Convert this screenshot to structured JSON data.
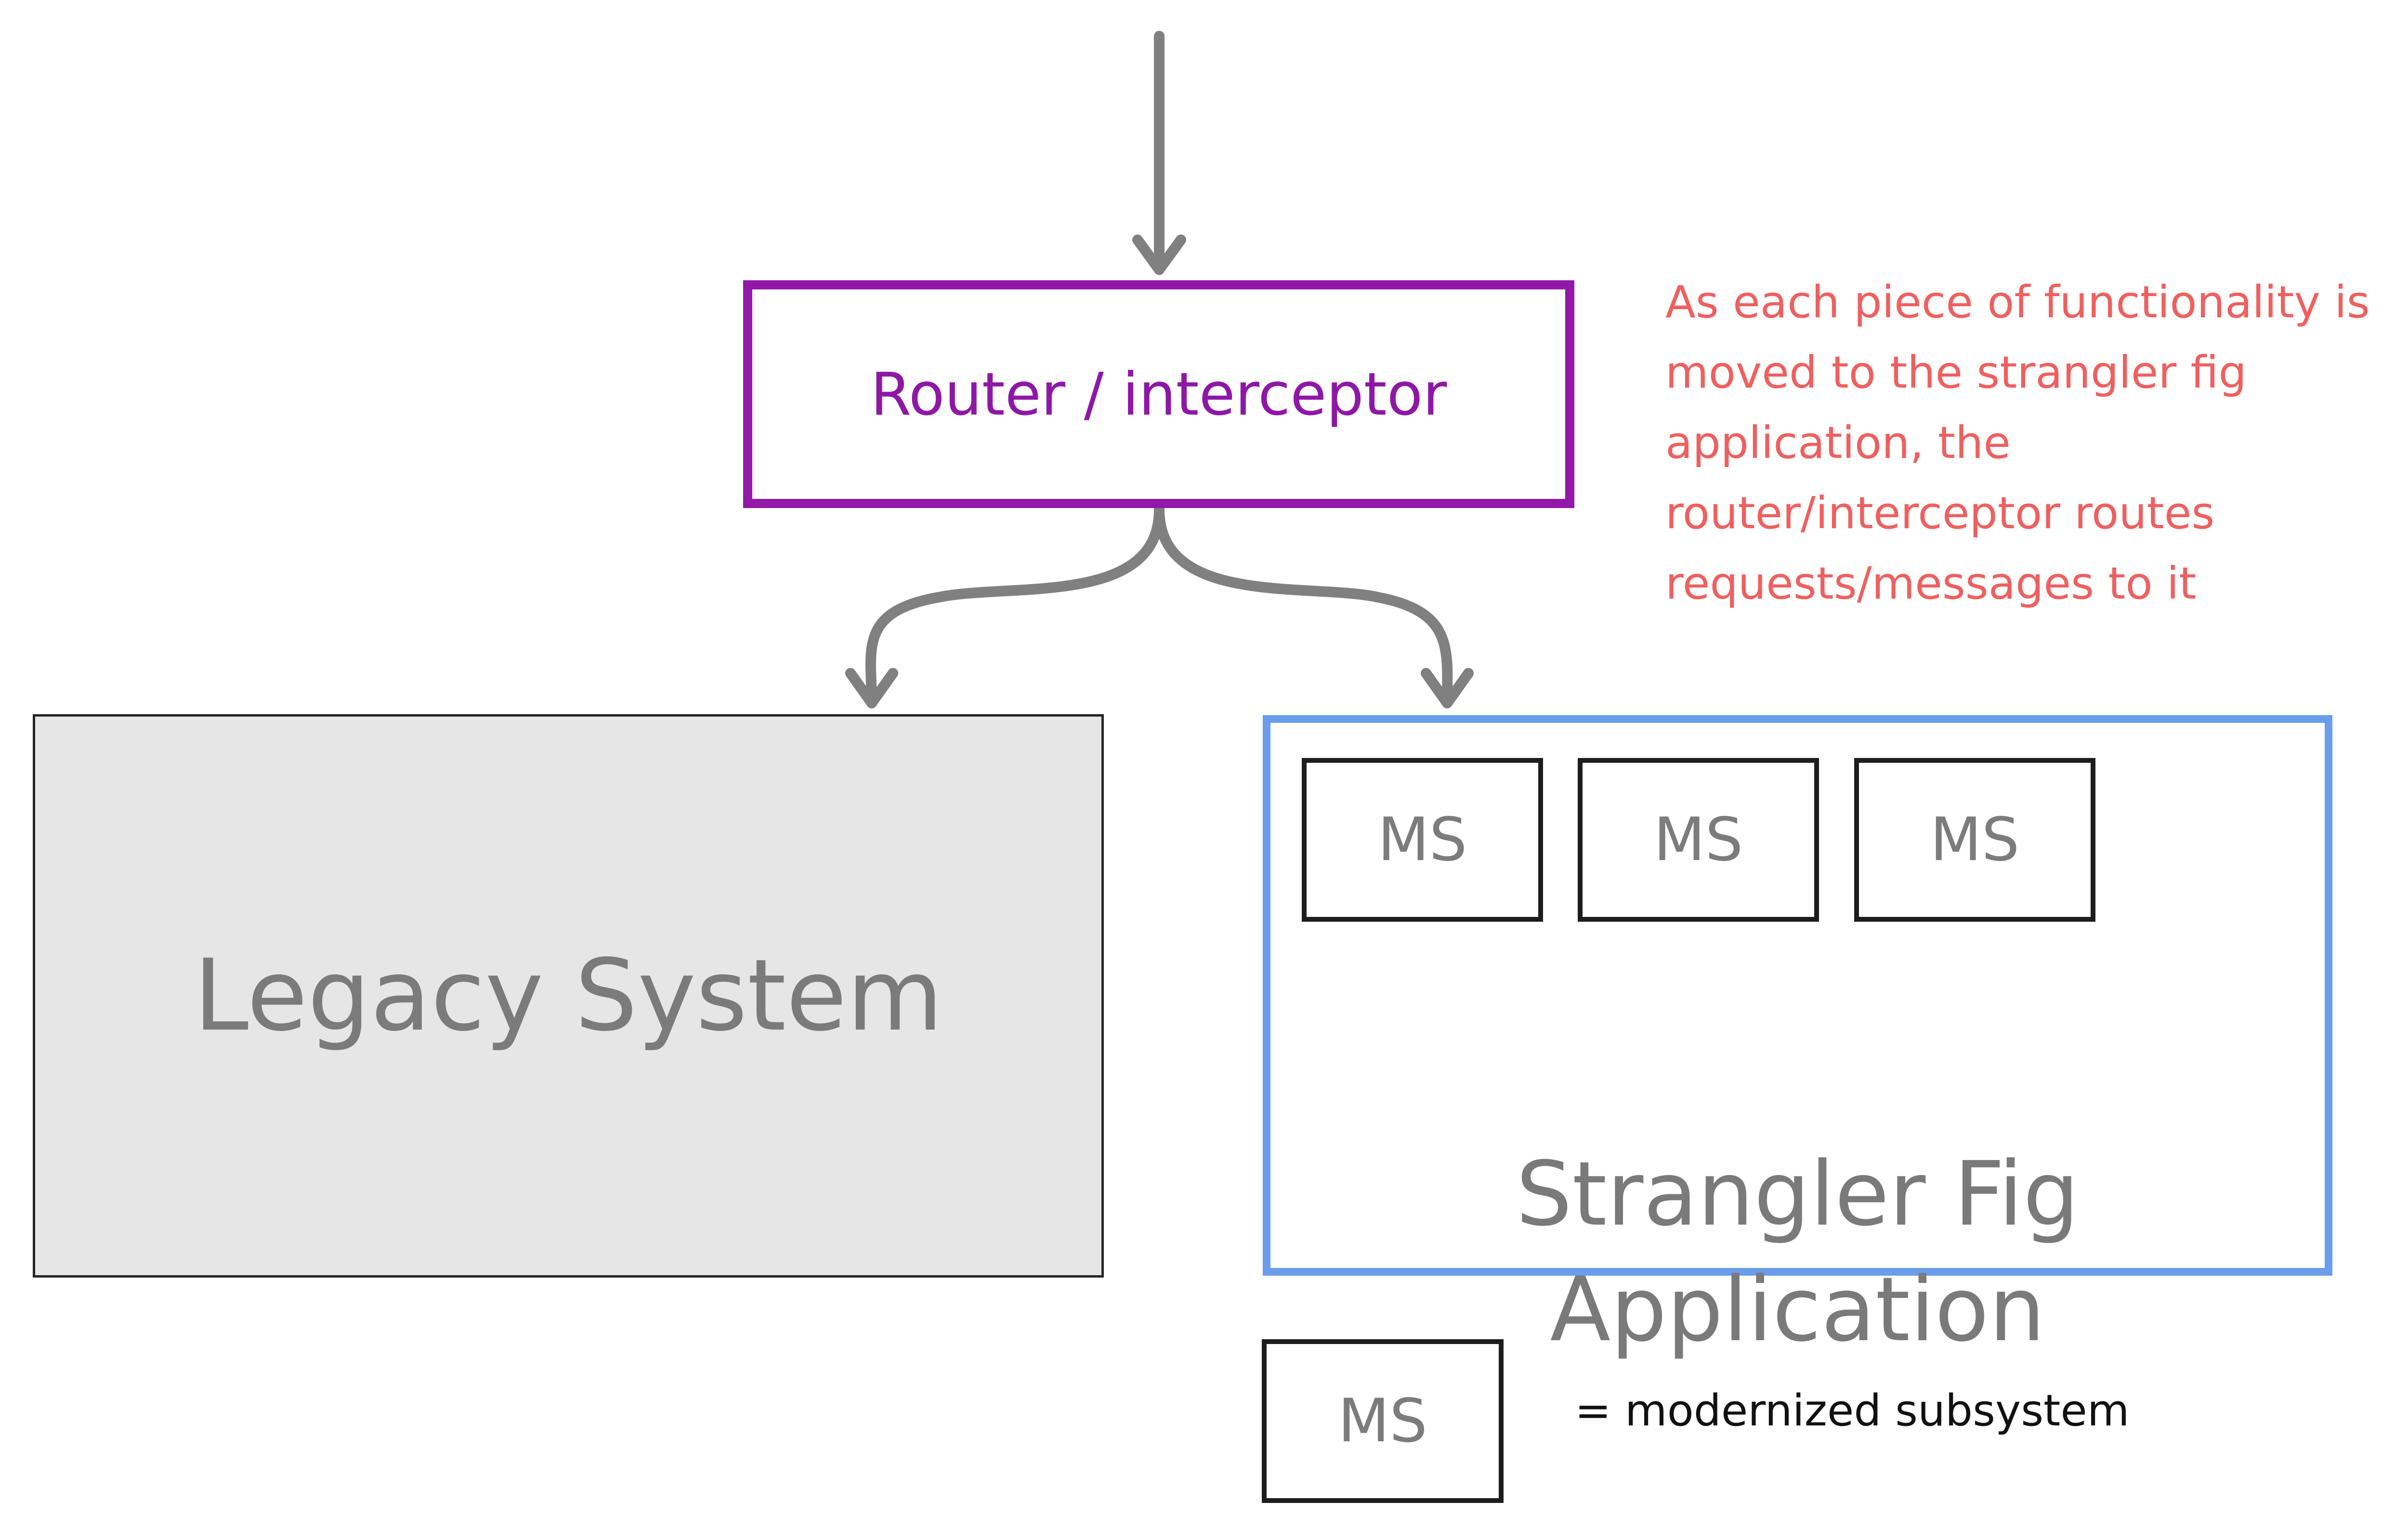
{
  "diagram": {
    "router_label": "Router / interceptor",
    "legacy_label": "Legacy System",
    "strangler_label": "Strangler Fig Application",
    "ms_boxes": [
      "MS",
      "MS",
      "MS"
    ],
    "note_lines": [
      "As each piece of functionality is",
      "moved to the strangler fig",
      "application, the",
      "router/interceptor routes",
      "requests/messages to it"
    ],
    "legend": {
      "box_label": "MS",
      "text": "= modernized subsystem"
    }
  },
  "colors": {
    "router": "#9218a9",
    "strangler_border": "#6a9deb",
    "legacy_fill": "#e6e6e6",
    "arrow": "#808080",
    "note": "#ee6060"
  }
}
